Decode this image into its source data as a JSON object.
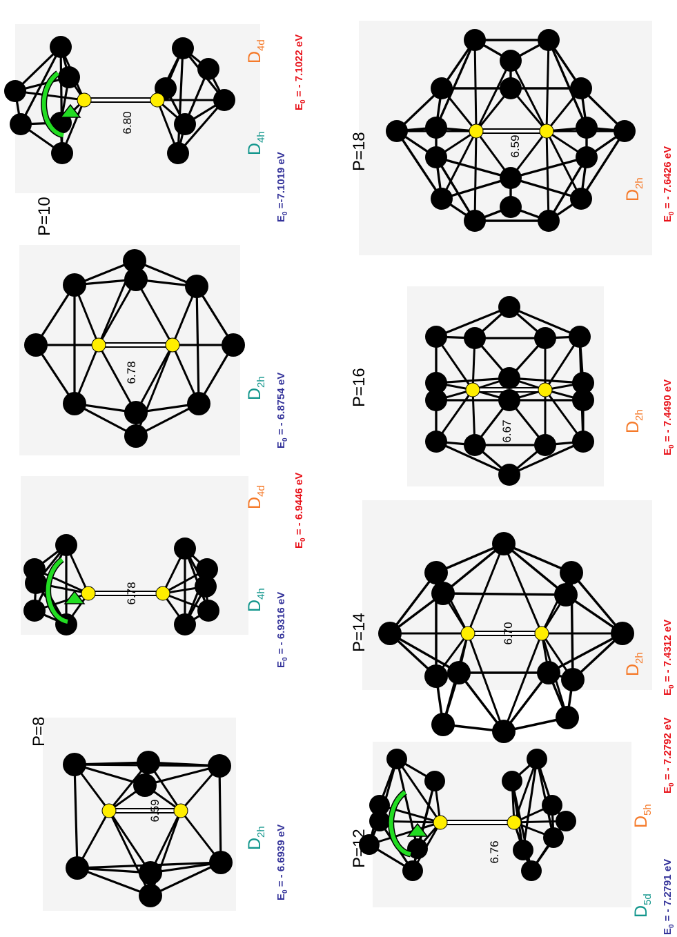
{
  "colors": {
    "teal": "#12968c",
    "orange": "#f57a2a",
    "blue": "#34339a",
    "red": "#e8121a",
    "atom": "#000000",
    "center_atom": "#ffee00",
    "arrow": "#22dd22",
    "panel_bg": "#f4f4f4"
  },
  "icons": {
    "rotation_arrow": "green-rotation-arrow-icon"
  },
  "structures": [
    {
      "p_label": "P=8",
      "distance": "6.59",
      "symmetries": [
        {
          "main": "D",
          "sub": "2h",
          "color": "teal",
          "energy": {
            "prefix": "E",
            "sub": "0",
            "rest": " = - 6.6939 eV",
            "color": "blue"
          }
        }
      ]
    },
    {
      "distance": "6.78",
      "symmetries": [
        {
          "main": "D",
          "sub": "4h",
          "color": "teal",
          "energy": {
            "prefix": "E",
            "sub": "0",
            "rest": " = - 6.9316 eV",
            "color": "blue"
          }
        },
        {
          "main": "D",
          "sub": "4d",
          "color": "orange",
          "energy": {
            "prefix": "E",
            "sub": "0",
            "rest": " = - 6.9446 eV",
            "color": "red"
          }
        }
      ]
    },
    {
      "distance": "6.78",
      "symmetries": [
        {
          "main": "D",
          "sub": "2h",
          "color": "teal",
          "energy": {
            "prefix": "E",
            "sub": "0",
            "rest": " = - 6.8754 eV",
            "color": "blue"
          }
        }
      ]
    },
    {
      "p_label": "P=10",
      "distance": "6.80",
      "symmetries": [
        {
          "main": "D",
          "sub": "4h",
          "color": "teal",
          "energy": {
            "prefix": "E",
            "sub": "0",
            "rest": " =-7.1019 eV",
            "color": "blue"
          }
        },
        {
          "main": "D",
          "sub": "4d",
          "color": "orange",
          "energy": {
            "prefix": "E",
            "sub": "0",
            "rest": " = - 7.1022 eV",
            "color": "red"
          }
        }
      ]
    },
    {
      "p_label": "P=12",
      "distance": "6.76",
      "symmetries": [
        {
          "main": "D",
          "sub": "5d",
          "color": "teal",
          "energy": {
            "prefix": "E",
            "sub": "0",
            "rest": " = - 7.2791 eV",
            "color": "blue"
          }
        },
        {
          "main": "D",
          "sub": "5h",
          "color": "orange",
          "energy": {
            "prefix": "E",
            "sub": "0",
            "rest": " = - 7.2792 eV",
            "color": "red"
          }
        }
      ]
    },
    {
      "p_label": "P=14",
      "distance": "6.70",
      "symmetries": [
        {
          "main": "D",
          "sub": "2h",
          "color": "orange",
          "energy": {
            "prefix": "E",
            "sub": "0",
            "rest": " = - 7.4312 eV",
            "color": "red"
          }
        }
      ]
    },
    {
      "p_label": "P=16",
      "distance": "6.67",
      "symmetries": [
        {
          "main": "D",
          "sub": "2h",
          "color": "orange",
          "energy": {
            "prefix": "E",
            "sub": "0",
            "rest": " = - 7.4490 eV",
            "color": "red"
          }
        }
      ]
    },
    {
      "p_label": "P=18",
      "distance": "6.59",
      "symmetries": [
        {
          "main": "D",
          "sub": "2h",
          "color": "orange",
          "energy": {
            "prefix": "E",
            "sub": "0",
            "rest": " = - 7.6426 eV",
            "color": "red"
          }
        }
      ]
    }
  ]
}
